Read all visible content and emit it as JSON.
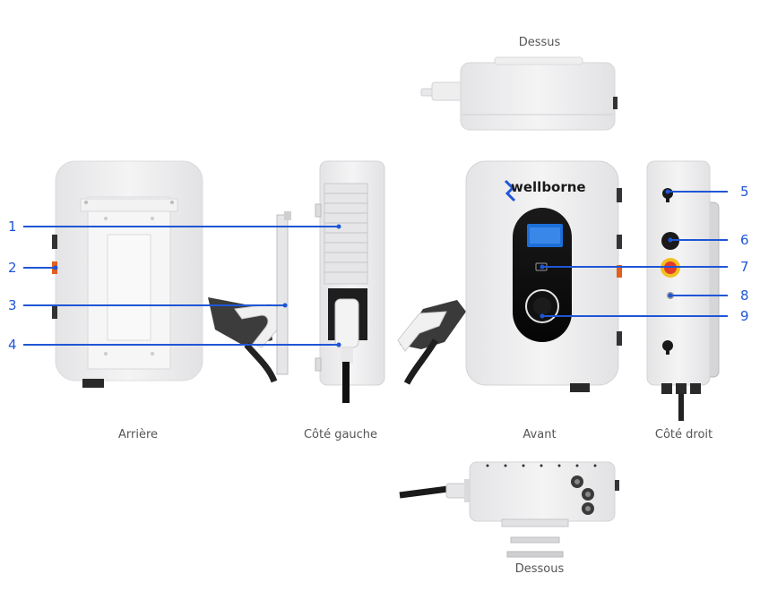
{
  "views": {
    "top": "Dessus",
    "back": "Arrière",
    "left": "Côté gauche",
    "front": "Avant",
    "right": "Côté droit",
    "bottom": "Dessous"
  },
  "brand": "wellborne",
  "callouts": [
    "1",
    "2",
    "3",
    "4",
    "5",
    "6",
    "7",
    "8",
    "9"
  ],
  "colors": {
    "accent": "#1f56d6",
    "body": "#ececee",
    "panel": "#111111",
    "stop_button": "#e23b2a",
    "screen": "#1d6fd8"
  }
}
